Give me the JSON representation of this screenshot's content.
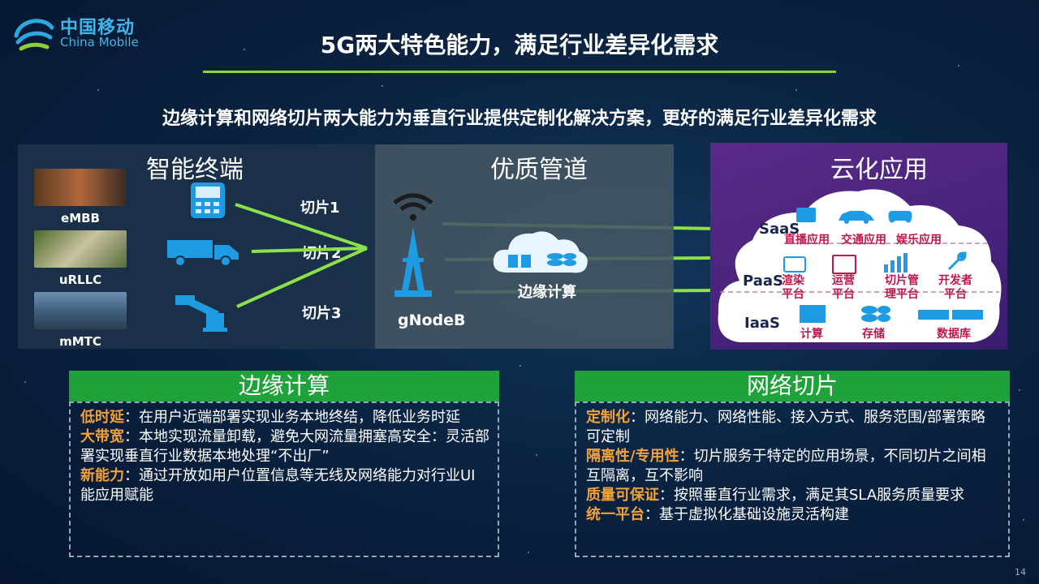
{
  "logo": {
    "cn": "中国移动",
    "en": "China Mobile"
  },
  "title": "5G两大特色能力，满足行业差异化需求",
  "subtitle": "边缘计算和网络切片两大能力为垂直行业提供定制化解决方案，更好的满足行业差异化需求",
  "panels": {
    "terminal": {
      "title": "智能终端",
      "thumbs": [
        "eMBB",
        "uRLLC",
        "mMTC"
      ],
      "slices": [
        "切片1",
        "切片2",
        "切片3"
      ]
    },
    "pipe": {
      "title": "优质管道",
      "edge_label": "边缘计算",
      "gnb_label": "gNodeB"
    },
    "cloud": {
      "title": "云化应用",
      "saas": {
        "label": "SaaS",
        "items": [
          "直播应用",
          "交通应用",
          "娱乐应用"
        ]
      },
      "paas": {
        "label": "PaaS",
        "items": [
          "渲染\n平台",
          "运营\n平台",
          "切片管\n理平台",
          "开发者\n平台"
        ]
      },
      "iaas": {
        "label": "IaaS",
        "items": [
          "计算",
          "存储",
          "数据库"
        ]
      }
    }
  },
  "edge_box": {
    "title": "边缘计算",
    "items": [
      {
        "key": "低时延",
        "text": "：在用户近端部署实现业务本地终结，降低业务时延"
      },
      {
        "key": "大带宽",
        "text": "：本地实现流量卸载，避免大网流量拥塞高安全：灵活部署实现垂直行业数据本地处理“不出厂”"
      },
      {
        "key": "新能力",
        "text": "：通过开放如用户位置信息等无线及网络能力对行业UI能应用赋能"
      }
    ]
  },
  "slice_box": {
    "title": "网络切片",
    "items": [
      {
        "key": "定制化",
        "text": "：网络能力、网络性能、接入方式、服务范围/部署策略可定制"
      },
      {
        "key": "隔离性/专用性",
        "text": "：切片服务于特定的应用场景，不同切片之间相互隔离，互不影响"
      },
      {
        "key": "质量可保证",
        "text": "：按照垂直行业需求，满足其SLA服务质量要求"
      },
      {
        "key": "统一平台",
        "text": "：基于虚拟化基础设施灵活构建"
      }
    ]
  },
  "page_number": "14"
}
